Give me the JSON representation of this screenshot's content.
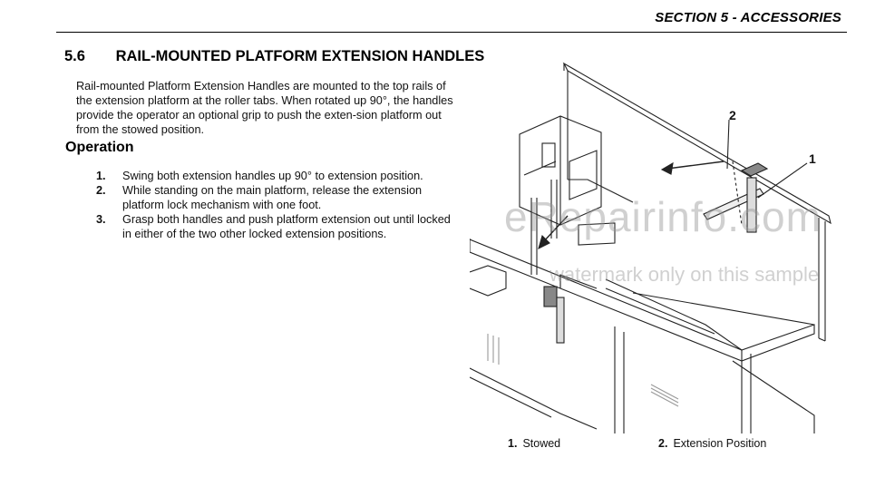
{
  "header": {
    "section_label": "SECTION 5 - ACCESSORIES"
  },
  "section": {
    "number": "5.6",
    "title": "RAIL-MOUNTED PLATFORM EXTENSION HANDLES",
    "intro": "Rail-mounted Platform Extension Handles are mounted to the top rails of the extension platform at the roller tabs. When rotated up 90°, the handles provide the operator an optional grip to push the exten-sion platform out from the stowed position."
  },
  "operation": {
    "heading": "Operation",
    "steps": [
      {
        "num": "1.",
        "text": "Swing both extension handles up 90° to extension position."
      },
      {
        "num": "2.",
        "text": "While standing on the main platform, release the extension platform lock mechanism with one foot."
      },
      {
        "num": "3.",
        "text": "Grasp both handles and push platform extension out until locked in either of the two other locked extension positions."
      }
    ]
  },
  "figure": {
    "callouts": [
      "1",
      "2"
    ],
    "legend": [
      {
        "num": "1.",
        "label": "Stowed"
      },
      {
        "num": "2.",
        "label": "Extension Position"
      }
    ]
  },
  "watermark": {
    "brand": "eRepairinfo.com",
    "note": "watermark only on this sample"
  }
}
